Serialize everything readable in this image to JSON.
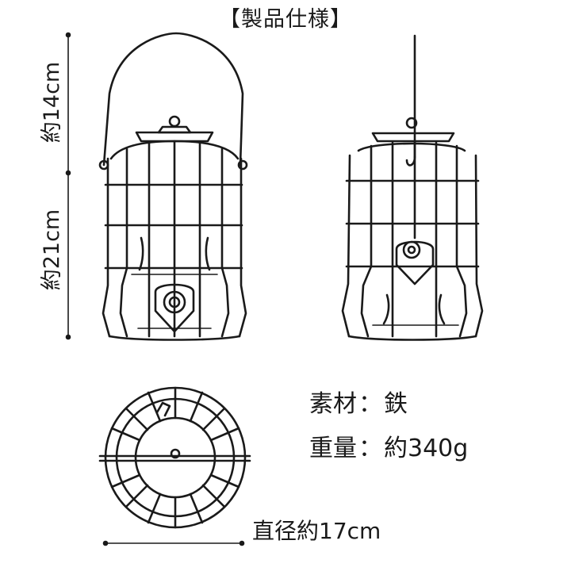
{
  "title": "【製品仕様】",
  "dimensions": {
    "height_handle": "約14cm",
    "height_body": "約21cm",
    "diameter": "直径約17cm"
  },
  "specs": {
    "material_label": "素材",
    "material_value": "鉄",
    "weight_label": "重量",
    "weight_value": "約340g",
    "separator": "："
  },
  "colors": {
    "line": "#1a1a1a",
    "background": "#ffffff"
  }
}
